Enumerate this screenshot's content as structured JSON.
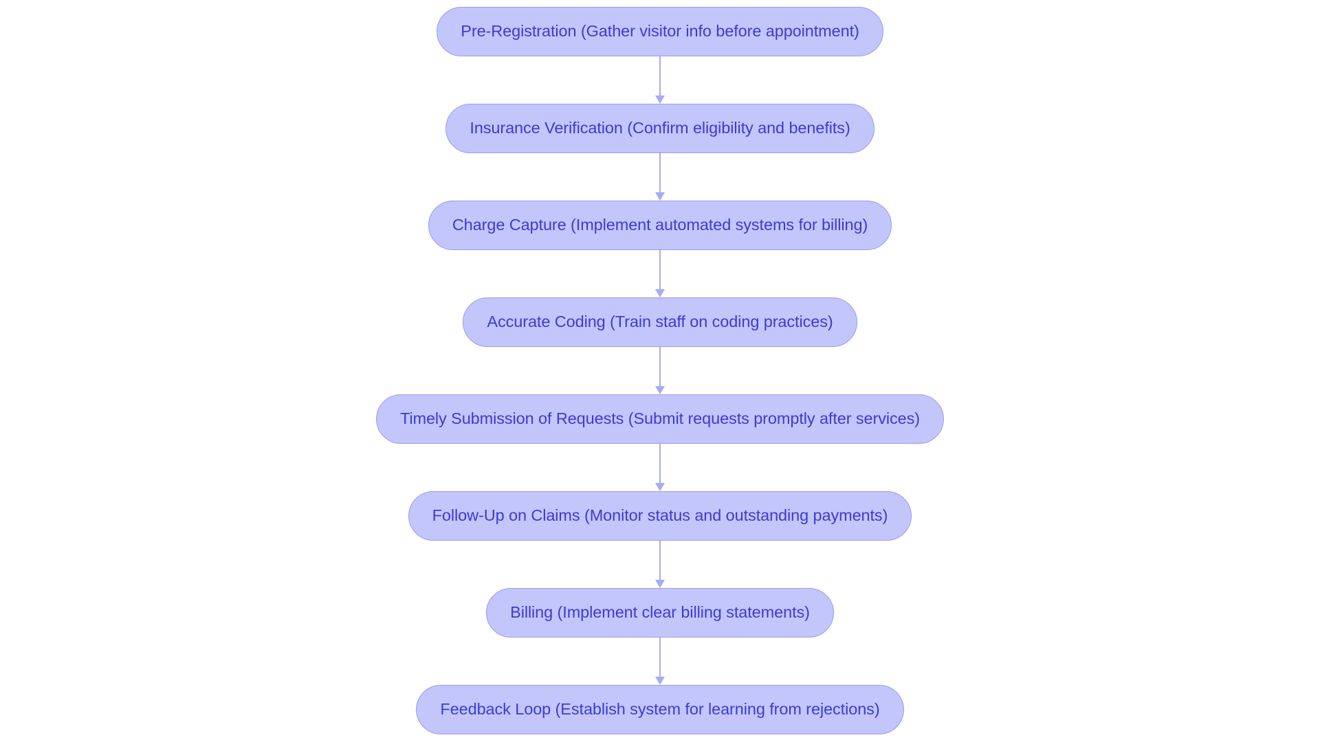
{
  "diagram": {
    "type": "flowchart",
    "orientation": "top-to-bottom",
    "background_color": "#ffffff",
    "node_fill_color": "#c3c6fb",
    "node_border_color": "#9b9bea",
    "node_text_color": "#3b3bd4",
    "connector_color": "#a7abf4",
    "nodes": [
      {
        "label": "Pre-Registration (Gather visitor info before appointment)"
      },
      {
        "label": "Insurance Verification (Confirm eligibility and benefits)"
      },
      {
        "label": "Charge Capture (Implement automated systems for billing)"
      },
      {
        "label": "Accurate Coding (Train staff on coding practices)"
      },
      {
        "label": "Timely Submission of Requests (Submit requests promptly after services)"
      },
      {
        "label": "Follow-Up on Claims (Monitor status and outstanding payments)"
      },
      {
        "label": "Billing (Implement clear billing statements)"
      },
      {
        "label": "Feedback Loop (Establish system for learning from rejections)"
      }
    ],
    "connectors": [
      {
        "from": "Pre-Registration (Gather visitor info before appointment)",
        "to": "Insurance Verification (Confirm eligibility and benefits)",
        "arrow": "down-arrow"
      },
      {
        "from": "Insurance Verification (Confirm eligibility and benefits)",
        "to": "Charge Capture (Implement automated systems for billing)",
        "arrow": "down-arrow"
      },
      {
        "from": "Charge Capture (Implement automated systems for billing)",
        "to": "Accurate Coding (Train staff on coding practices)",
        "arrow": "down-arrow"
      },
      {
        "from": "Accurate Coding (Train staff on coding practices)",
        "to": "Timely Submission of Requests (Submit requests promptly after services)",
        "arrow": "down-arrow"
      },
      {
        "from": "Timely Submission of Requests (Submit requests promptly after services)",
        "to": "Follow-Up on Claims (Monitor status and outstanding payments)",
        "arrow": "down-arrow"
      },
      {
        "from": "Follow-Up on Claims (Monitor status and outstanding payments)",
        "to": "Billing (Implement clear billing statements)",
        "arrow": "down-arrow"
      },
      {
        "from": "Billing (Implement clear billing statements)",
        "to": "Feedback Loop (Establish system for learning from rejections)",
        "arrow": "down-arrow"
      }
    ]
  }
}
